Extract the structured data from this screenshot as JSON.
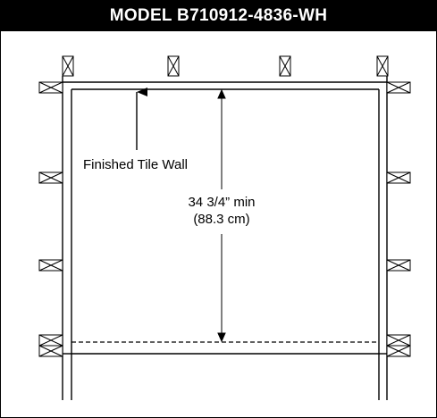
{
  "header": {
    "title": "MODEL B710912-4836-WH"
  },
  "labels": {
    "finished_wall": "Finished Tile Wall",
    "dimension_imperial": "34 3/4” min",
    "dimension_metric": "(88.3 cm)"
  },
  "colors": {
    "line": "#000000",
    "header_bg": "#000000",
    "header_text": "#ffffff"
  }
}
